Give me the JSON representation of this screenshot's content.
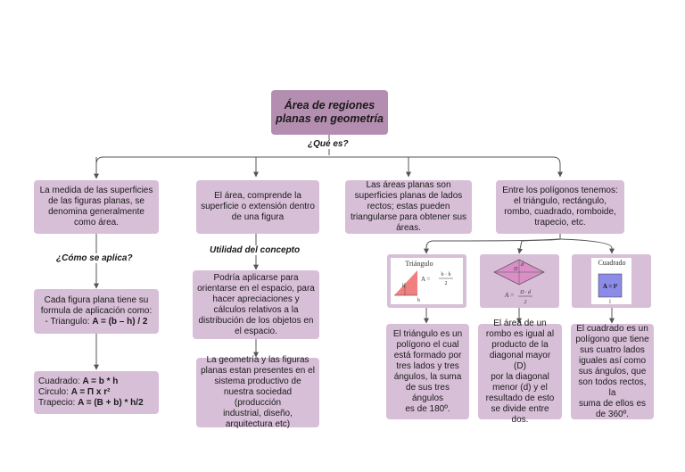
{
  "title": [
    "Área de regiones",
    "planas  en geometría"
  ],
  "labels": {
    "que_es": "¿Qué es?",
    "como_se_aplica": "¿Cómo se aplica?",
    "utilidad": "Utilidad del concepto"
  },
  "boxes": {
    "medida": [
      "La medida de las superficies",
      "de las figuras planas,  se",
      "denomina generalmente",
      "como área."
    ],
    "area": [
      "El área, comprende la",
      "superficie o extensión dentro",
      "de una figura"
    ],
    "planas": [
      "Las áreas planas son",
      "superficies planas de lados",
      "rectos; estas  pueden",
      "triangularse para obtener sus",
      "áreas."
    ],
    "poligonos": [
      "Entre los polígonos tenemos:",
      "el triángulo, rectángulo,",
      "rombo, cuadrado,  romboide,",
      "trapecio, etc."
    ],
    "formula": [
      "Cada figura plana tiene su",
      "formula de aplicación como:"
    ],
    "triangulo_formula": {
      "prefix": "- Triangulo: ",
      "formula": "A = (b – h) / 2"
    },
    "formulas": [
      {
        "prefix": "Cuadrado: ",
        "formula": "A = b * h"
      },
      {
        "prefix": "Circulo: ",
        "formula": "A = Π x r²"
      },
      {
        "prefix": "Trapecio: ",
        "formula": "A = (B + b) * h/2"
      }
    ],
    "aplicarse": [
      "Podría aplicarse para",
      "orientarse en el espacio, para",
      "hacer apreciaciones y",
      "cálculos relativos a la",
      "distribución de los objetos en",
      "el espacio."
    ],
    "geometria": [
      "La geometría y las figuras",
      "planas estan presentes en el",
      "sistema productivo de",
      "nuestra sociedad (producción",
      "industrial, diseño,",
      "arquitectura etc)"
    ],
    "tri_desc": [
      "El triángulo es un",
      "polígono el cual",
      "está formado por",
      "tres lados y tres",
      "ángulos, la suma",
      "de sus tres ángulos",
      "es de 180º."
    ],
    "rombo_desc": [
      "El área de un",
      "rombo es igual al",
      "producto de la",
      "diagonal mayor (D)",
      "por  la  diagonal",
      "menor (d) y el",
      "resultado de esto",
      "se divide entre dos."
    ],
    "cuad_desc": [
      "El cuadrado es un",
      "polígono que tiene",
      "sus cuatro lados",
      "iguales así como",
      "sus ángulos, que",
      "son todos rectos, la",
      "suma de ellos es",
      "de 360º."
    ]
  },
  "figures": {
    "triangle": {
      "title": "Triángulo",
      "formula_prefix": "A =",
      "numerator": "b · h",
      "denominator": "2",
      "base": "b",
      "height": "h"
    },
    "rhombus": {
      "formula_prefix": "A =",
      "numerator": "D · d",
      "denominator": "2",
      "D": "D",
      "d": "d"
    },
    "square": {
      "title": "Cuadrado",
      "formula": "A = l²",
      "side": "l"
    }
  },
  "colors": {
    "box": "#d7bfd7",
    "title_box": "#b48eb0",
    "triangle_fill": "#f08080",
    "rhombus_fill": "#d98fc6",
    "square_fill": "#8c8ce8",
    "line": "#555555"
  }
}
